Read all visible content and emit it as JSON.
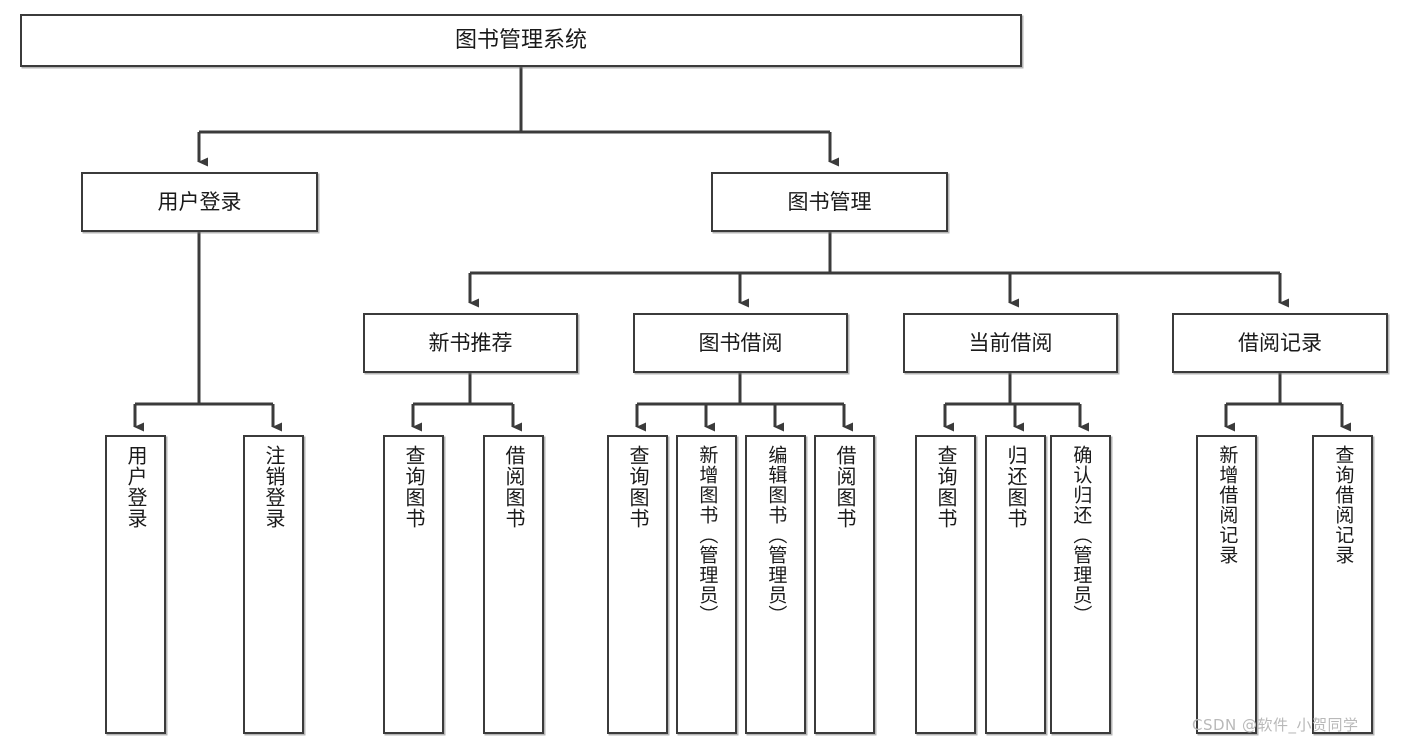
{
  "diagram": {
    "title": "图书管理系统",
    "type": "tree-hierarchy",
    "watermark": "CSDN @软件_小贺同学",
    "colors": {
      "background": "#ffffff",
      "border": "#3b3b3b",
      "text": "#1a1a1a",
      "connector": "#3b3b3b",
      "watermark": "#b9b9b9"
    },
    "root": {
      "label": "图书管理系统"
    },
    "level2": [
      {
        "label": "用户登录"
      },
      {
        "label": "图书管理"
      }
    ],
    "level3": [
      {
        "label": "新书推荐"
      },
      {
        "label": "图书借阅"
      },
      {
        "label": "当前借阅"
      },
      {
        "label": "借阅记录"
      }
    ],
    "leaves": {
      "user_login": [
        {
          "label": "用户登录"
        },
        {
          "label": "注销登录"
        }
      ],
      "new_book_recommend": [
        {
          "label": "查询图书"
        },
        {
          "label": "借阅图书"
        }
      ],
      "book_borrow": [
        {
          "label": "查询图书"
        },
        {
          "label": "新增图书（管理员）"
        },
        {
          "label": "编辑图书（管理员）"
        },
        {
          "label": "借阅图书"
        }
      ],
      "current_borrow": [
        {
          "label": "查询图书"
        },
        {
          "label": "归还图书"
        },
        {
          "label": "确认归还（管理员）"
        }
      ],
      "borrow_record": [
        {
          "label": "新增借阅记录"
        },
        {
          "label": "查询借阅记录"
        }
      ]
    }
  }
}
